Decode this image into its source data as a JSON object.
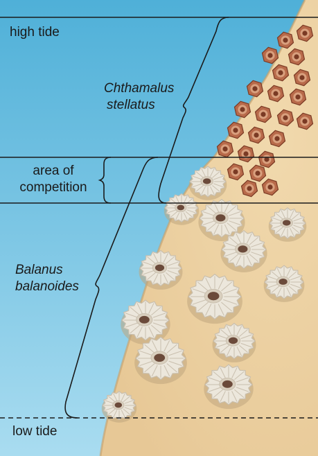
{
  "labels": {
    "high_tide": "high tide",
    "low_tide": "low tide",
    "chthamalus_line1": "Chthamalus",
    "chthamalus_line2": "stellatus",
    "competition_line1": "area of",
    "competition_line2": "competition",
    "balanus_line1": "Balanus",
    "balanus_line2": "balanoides"
  },
  "colors": {
    "water_top": "#4fb0d8",
    "water_bottom": "#a9dcf0",
    "rock": "#e7c896",
    "rock_shadow": "#d3ac74",
    "chthamalus_shell": "#b86a4a",
    "chthamalus_dark": "#7a3a24",
    "balanus_shell": "#ece7dc",
    "balanus_ridge": "#c9bfae",
    "balanus_opening": "#6b4a3a",
    "line": "#1a1a1a"
  }
}
